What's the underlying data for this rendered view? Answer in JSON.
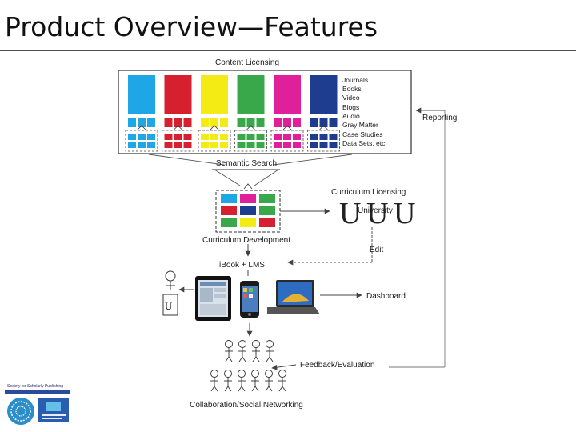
{
  "slide": {
    "title": "Product Overview—Features"
  },
  "diagram": {
    "content_licensing": "Content Licensing",
    "content_types": [
      "Journals",
      "Books",
      "Video",
      "Blogs",
      "Audio",
      "Gray Matter",
      "Case Studies",
      "Data Sets, etc."
    ],
    "colors": {
      "blue": "#1ea6e6",
      "red": "#d62030",
      "yellow": "#f5eb14",
      "green": "#38a84a",
      "magenta": "#e0209a",
      "navy": "#1f3d8e"
    },
    "semantic_search": "Semantic Search",
    "curriculum_licensing": "Curriculum Licensing",
    "university": "University",
    "curriculum_development": "Curriculum Development",
    "edit": "Edit",
    "ibook_lms": "iBook + LMS",
    "dashboard": "Dashboard",
    "feedback_evaluation": "Feedback/Evaluation",
    "collaboration": "Collaboration/Social Networking",
    "reporting": "Reporting"
  },
  "logo": {
    "text": "Society for Scholarly Publishing"
  }
}
